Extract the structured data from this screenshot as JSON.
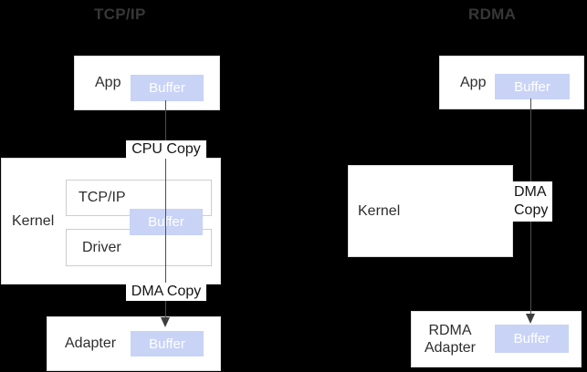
{
  "left_column": {
    "title": "TCP/IP",
    "app": {
      "label": "App",
      "buffer": "Buffer"
    },
    "cpu_copy": "CPU Copy",
    "kernel": {
      "label": "Kernel",
      "tcpip_layer": "TCP/IP",
      "buffer": "Buffer",
      "driver_layer": "Driver"
    },
    "dma_copy": "DMA Copy",
    "adapter": {
      "label": "Adapter",
      "buffer": "Buffer"
    }
  },
  "right_column": {
    "title": "RDMA",
    "app": {
      "label": "App",
      "buffer": "Buffer"
    },
    "kernel": {
      "label": "Kernel"
    },
    "dma_copy": {
      "line1": "DMA",
      "line2": "Copy"
    },
    "adapter": {
      "line1": "RDMA",
      "line2": "Adapter",
      "buffer": "Buffer"
    }
  },
  "colors": {
    "background": "#000000",
    "box_fill": "#ffffff",
    "box_border": "#dcdcdc",
    "inner_box_border": "#cdcdcd",
    "buffer_fill": "#c8d3f6",
    "buffer_text": "#ffffff",
    "flow_line": "#4d4d4d",
    "arrow": "#3d3d3d",
    "title_text": "#373737",
    "flow_label_text": "#141414",
    "box_label_text": "#2e2e2e"
  }
}
